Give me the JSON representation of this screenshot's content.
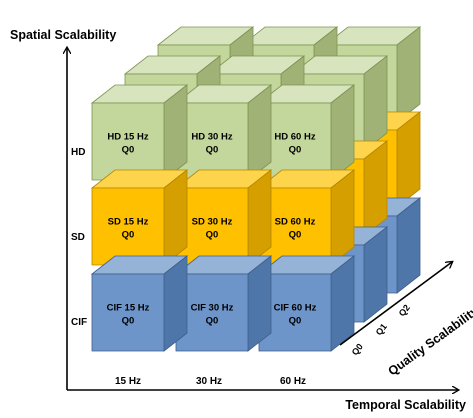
{
  "axes": {
    "spatial": "Spatial Scalability",
    "temporal": "Temporal Scalability",
    "quality": "Quality Scalability"
  },
  "rows": [
    {
      "label": "HD",
      "front": "#c3d69b",
      "side": "#a1b277",
      "top": "#d7e4bd",
      "stroke": "#7c9351"
    },
    {
      "label": "SD",
      "front": "#ffc000",
      "side": "#d69f00",
      "top": "#ffd44d",
      "stroke": "#b48600"
    },
    {
      "label": "CIF",
      "front": "#6d95c9",
      "side": "#4f76a9",
      "top": "#95b3d7",
      "stroke": "#3f5f8a"
    }
  ],
  "columns": [
    "15 Hz",
    "30 Hz",
    "60 Hz"
  ],
  "quality_layers": [
    "Q0",
    "Q1",
    "Q2"
  ],
  "cubes": [
    {
      "line1": "HD 15 Hz",
      "line2": "Q0"
    },
    {
      "line1": "HD 30 Hz",
      "line2": "Q0"
    },
    {
      "line1": "HD 60 Hz",
      "line2": "Q0"
    },
    {
      "line1": "SD 15 Hz",
      "line2": "Q0"
    },
    {
      "line1": "SD 30 Hz",
      "line2": "Q0"
    },
    {
      "line1": "SD 60 Hz",
      "line2": "Q0"
    },
    {
      "line1": "CIF 15 Hz",
      "line2": "Q0"
    },
    {
      "line1": "CIF 30 Hz",
      "line2": "Q0"
    },
    {
      "line1": "CIF 60 Hz",
      "line2": "Q0"
    }
  ]
}
